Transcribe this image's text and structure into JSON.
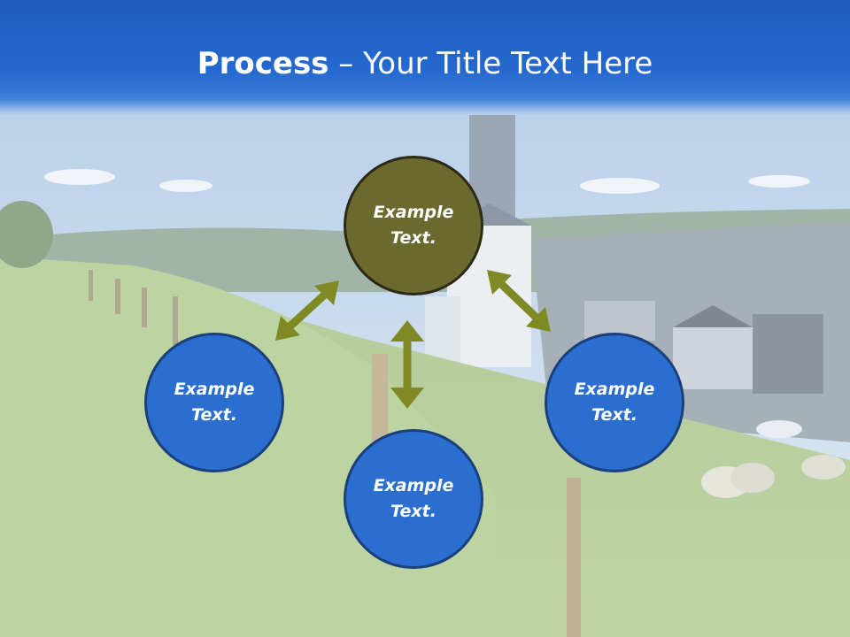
{
  "slide": {
    "title_bold": "Process",
    "title_rest": " – Your Title Text Here"
  },
  "nodes": {
    "top": "Example\nText.",
    "left": "Example\nText.",
    "right": "Example\nText.",
    "bottom": "Example\nText."
  },
  "colors": {
    "header_blue": "#2468cf",
    "node_blue": "#2a6fd0",
    "node_olive": "#6b6a2e",
    "arrow_olive": "#7f8a24"
  }
}
